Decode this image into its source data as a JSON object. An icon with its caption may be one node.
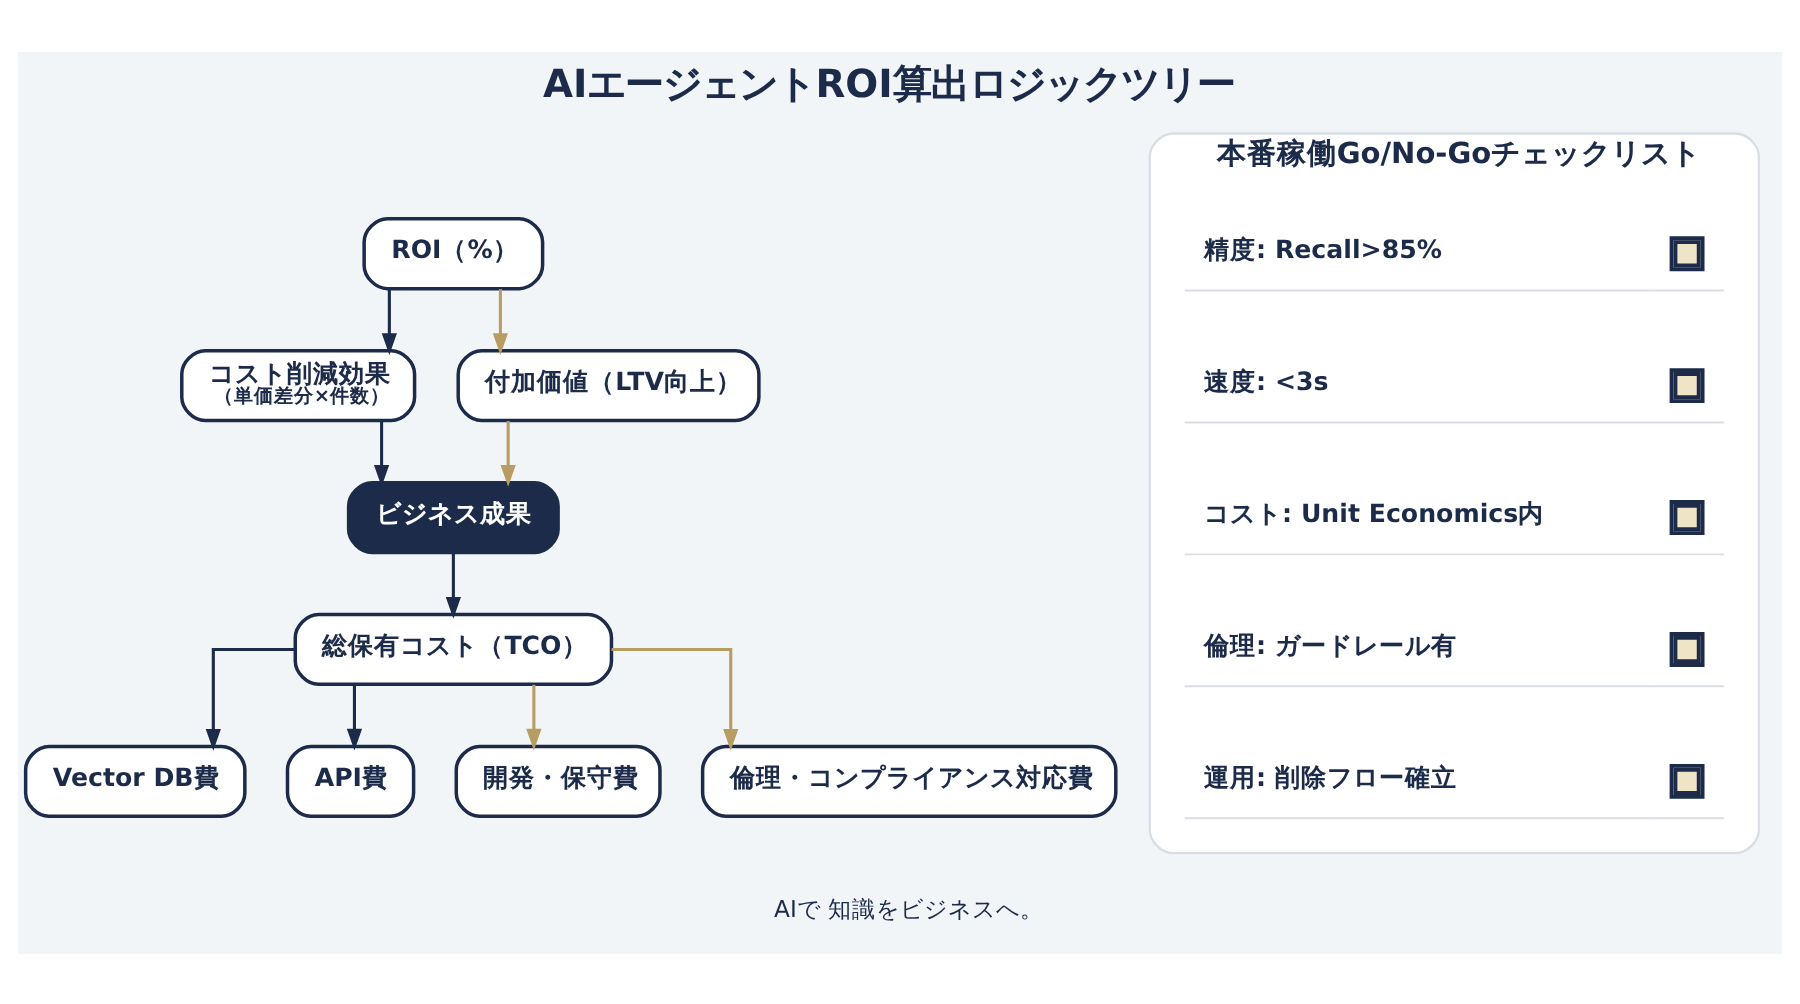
{
  "diagram": {
    "title": "AIエージェントROI算出ロジックツリー",
    "nodes": [
      {
        "text": [
          "ROI（%）"
        ]
      },
      {
        "text": [
          "コスト削減効果",
          "（単価差分×件数）"
        ]
      },
      {
        "text": [
          "付加価値（LTV向上）"
        ]
      },
      {
        "text": [
          "ビジネス成果"
        ]
      },
      {
        "text": [
          "総保有コスト（TCO）"
        ]
      },
      {
        "text": [
          "Vector DB費"
        ]
      },
      {
        "text": [
          "API費"
        ]
      },
      {
        "text": [
          "開発・保守費"
        ]
      },
      {
        "text": [
          "倫理・コンプライアンス対応費"
        ]
      },
      {
        "text": [
          "本番稼働Go/No-Goチェックリスト"
        ]
      },
      {
        "text": [
          "精度: Recall>85%"
        ],
        "in": 9
      },
      {
        "text": [
          "速度: <3s"
        ],
        "in": 9
      },
      {
        "text": [
          "コスト: Unit Economics内"
        ],
        "in": 9
      },
      {
        "text": [
          "倫理: ガードレール有"
        ],
        "in": 9
      },
      {
        "text": [
          "運用: 削除フロー確立"
        ],
        "in": 9
      }
    ],
    "edges": [
      {
        "from": 0,
        "to": 1,
        "arrow": "to"
      },
      {
        "from": 0,
        "to": 2,
        "arrow": "to",
        "color": "#b89d62"
      },
      {
        "from": 1,
        "to": 3,
        "arrow": "to"
      },
      {
        "from": 2,
        "to": 3,
        "arrow": "to",
        "color": "#b89d62"
      },
      {
        "from": 3,
        "to": 4,
        "arrow": "to"
      },
      {
        "from": 4,
        "to": 5,
        "arrow": "to"
      },
      {
        "from": 4,
        "to": 6,
        "arrow": "to"
      },
      {
        "from": 4,
        "to": 7,
        "arrow": "to",
        "color": "#b89d62"
      },
      {
        "from": 4,
        "to": 8,
        "arrow": "to",
        "color": "#b89d62"
      }
    ],
    "labels": [
      "AIで 知識をビジネスへ。"
    ]
  }
}
